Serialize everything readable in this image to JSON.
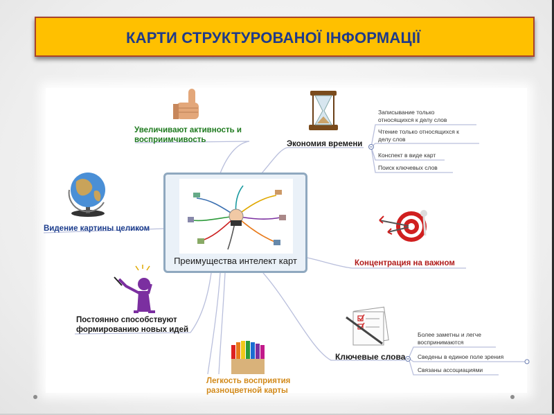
{
  "title": "КАРТИ СТРУКТУРОВАНОЇ ІНФОРМАЦІЇ",
  "center": {
    "label": "Преимущества интелект карт",
    "image_icon": "mind-map-picture"
  },
  "branches": {
    "activity": {
      "line1": "Увеличивают активность и",
      "line2": "восприимчивость",
      "icon": "thumbs-up-icon"
    },
    "whole_picture": {
      "label": "Видение картины целиком",
      "icon": "globe-icon"
    },
    "new_ideas": {
      "line1": "Постоянно способствуют",
      "line2": "формированию новых идей",
      "icon": "thinking-person-icon"
    },
    "colorful": {
      "line1": "Легкость восприятия",
      "line2": "разноцветной карты",
      "icon": "colored-pencils-icon"
    },
    "time": {
      "label": "Экономия времени",
      "icon": "hourglass-icon",
      "items": [
        {
          "line1": "Записывание только",
          "line2": "относящихся к делу слов"
        },
        {
          "line1": "Чтение только относящихся к",
          "line2": "делу слов"
        },
        {
          "line1": "Конспект в виде карт",
          "line2": ""
        },
        {
          "line1": "Поиск ключевых слов",
          "line2": ""
        }
      ]
    },
    "focus": {
      "label": "Концентрация на важном",
      "icon": "target-icon"
    },
    "keywords": {
      "label": "Ключевые слова",
      "icon": "checklist-icon",
      "items": [
        {
          "line1": "Более заметны и легче",
          "line2": "воспринимаются"
        },
        {
          "line1": "Сведены в единое поле зрения",
          "line2": ""
        },
        {
          "line1": "Связаны ассоциациями",
          "line2": ""
        }
      ]
    }
  },
  "colors": {
    "banner": "#ffc000",
    "banner_border": "#a9432a",
    "title": "#1f3a8a",
    "branch_line": "#b9bfdc"
  }
}
